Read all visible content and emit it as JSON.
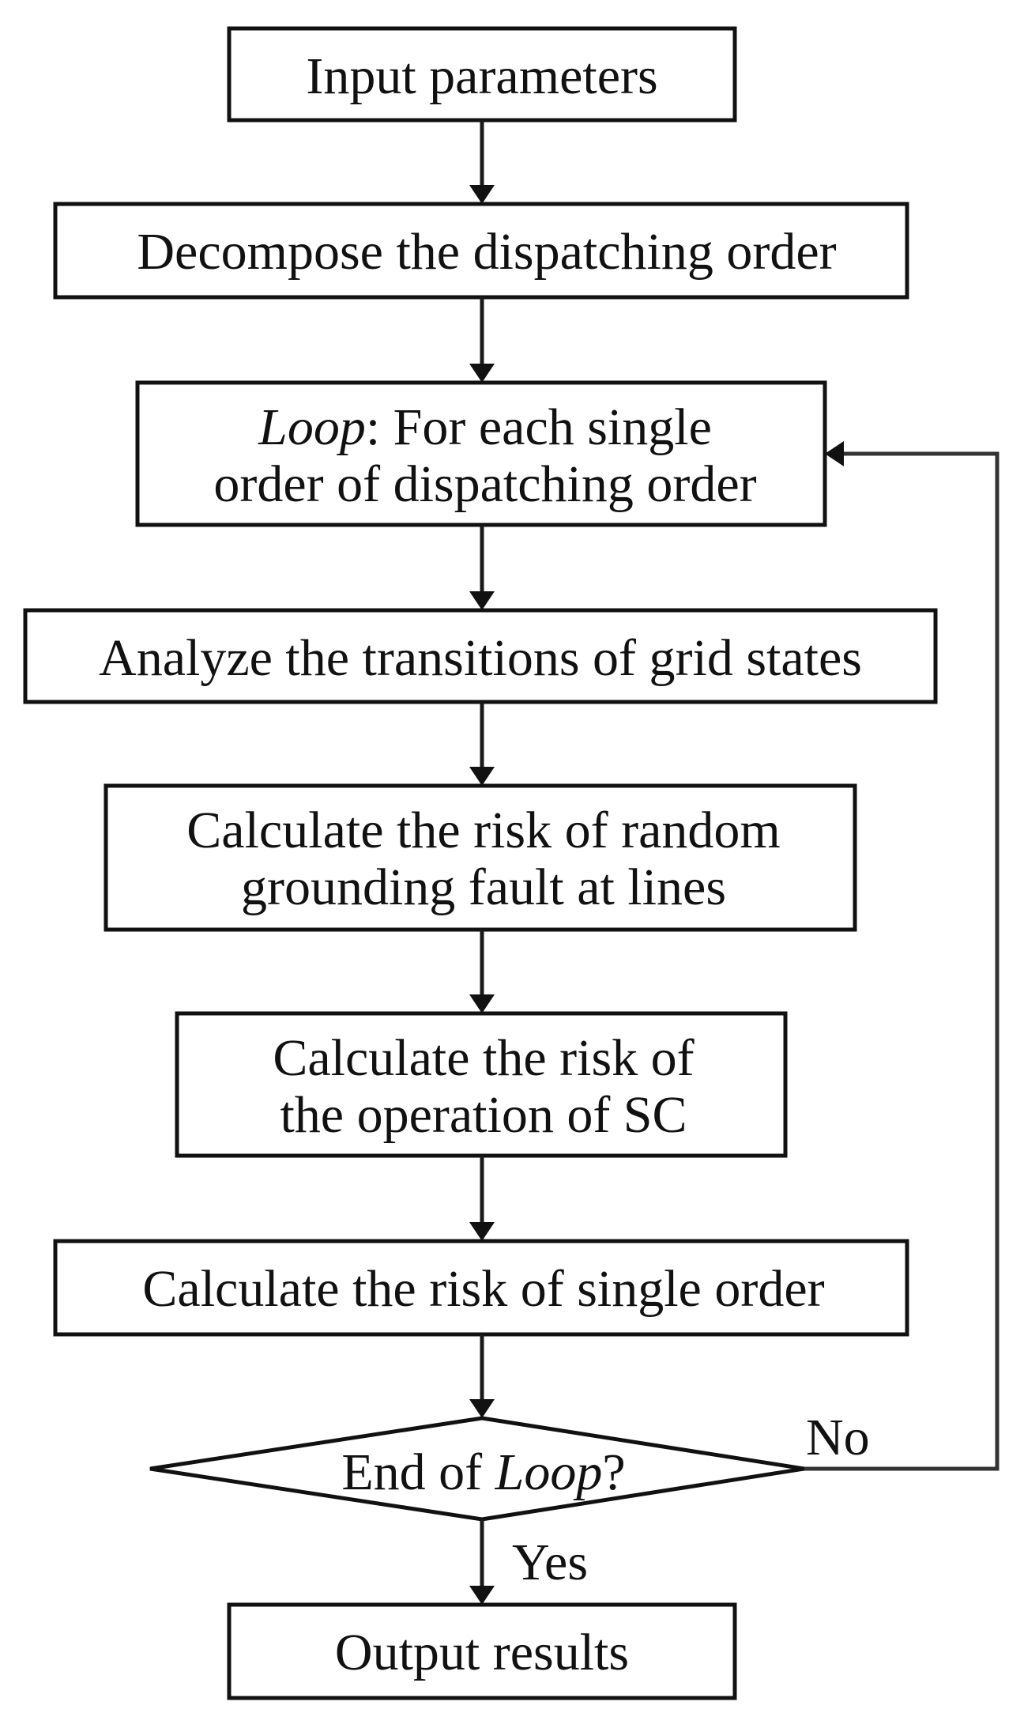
{
  "steps": {
    "input": "Input parameters",
    "decompose": "Decompose the dispatching order",
    "loop": {
      "italic": "Loop",
      "line1_rest": ": For each single",
      "line2": "order of dispatching order"
    },
    "analyze": "Analyze the transitions of grid states",
    "risk_random": {
      "line1": "Calculate the risk of random",
      "line2": "grounding fault at lines"
    },
    "risk_sc": {
      "line1": "Calculate the risk of",
      "line2": "the operation of SC"
    },
    "risk_single": "Calculate the risk of single order",
    "decision": {
      "prefix": "End of ",
      "italic": "Loop",
      "suffix": "?"
    },
    "output": "Output results"
  },
  "branches": {
    "no": "No",
    "yes": "Yes"
  },
  "colors": {
    "stroke": "#111111",
    "loopback": "#333333",
    "background": "#ffffff"
  }
}
